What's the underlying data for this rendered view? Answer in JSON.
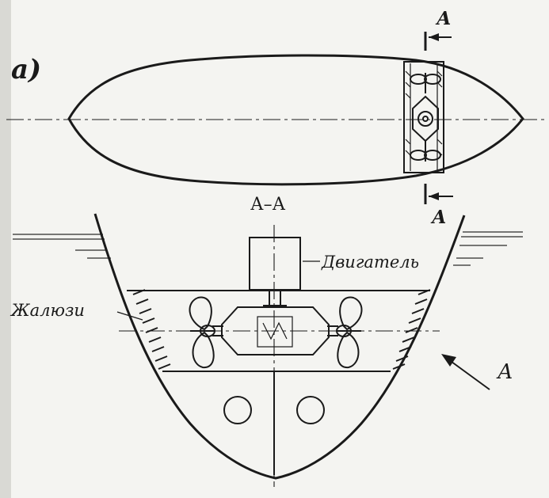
{
  "diagram": {
    "part_label": "а)",
    "section_marker": "А",
    "section_title": "А–А",
    "view_arrow_label": "А",
    "engine_label": "Двигатель",
    "louvers_label": "Жалюзи"
  },
  "colors": {
    "ink": "#1a1a1a",
    "paper": "#f4f4f1"
  }
}
